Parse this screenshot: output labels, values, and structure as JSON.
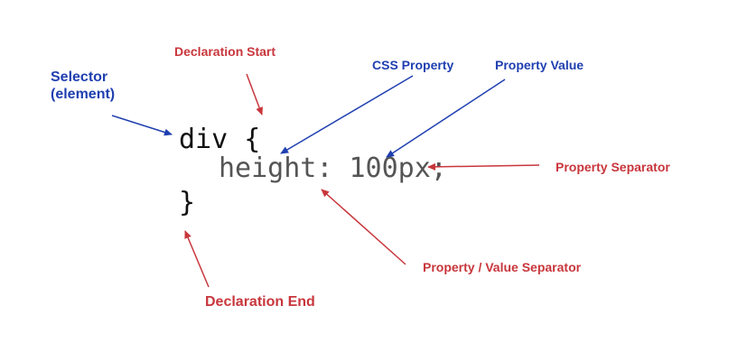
{
  "code": {
    "line1": "div {",
    "line2": "height: 100px;",
    "line3": "}"
  },
  "labels": {
    "selector_line1": "Selector",
    "selector_line2": "(element)",
    "declaration_start": "Declaration Start",
    "css_property": "CSS Property",
    "property_value": "Property Value",
    "property_separator": "Property Separator",
    "property_value_separator": "Property / Value Separator",
    "declaration_end": "Declaration End"
  },
  "colors": {
    "blue": "#1f3fb0",
    "red": "#c8363c",
    "code_black": "#111111",
    "code_gray": "#555555"
  }
}
